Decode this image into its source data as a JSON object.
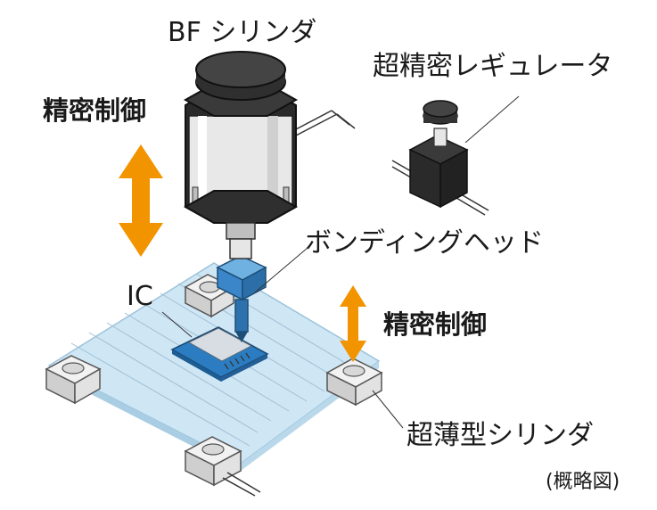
{
  "labels": {
    "bf_cylinder": "BF シリンダ",
    "precision_regulator": "超精密レギュレータ",
    "precision_control_left": "精密制御",
    "bonding_head": "ボンディングヘッド",
    "ic": "IC",
    "precision_control_right": "精密制御",
    "ultrathin_cylinder": "超薄型シリンダ",
    "schematic_note": "(概略図)"
  },
  "colors": {
    "arrow": "#f29400",
    "plate": "#cfe6f4",
    "head": "#3a86c8",
    "chip": "#2b7cc0",
    "cylinder_body": "#e8e8e8",
    "cylinder_cap": "#2a2a2a"
  }
}
